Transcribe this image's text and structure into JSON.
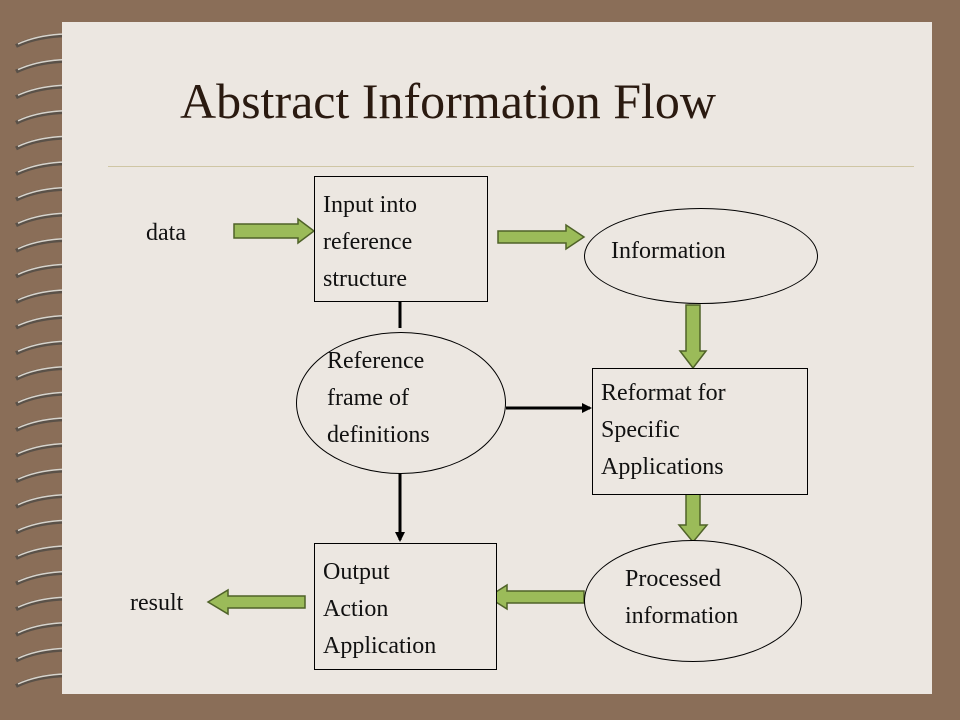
{
  "title": "Abstract Information Flow",
  "nodes": {
    "input": "Input into\nreference\nstructure",
    "information": "Information",
    "reference": "Reference\nframe  of\ndefinitions",
    "reformat": "Reformat for\nSpecific\nApplications",
    "processed": "Processed\ninformation",
    "output": "Output\nAction\nApplication"
  },
  "labels": {
    "data": "data",
    "result": "result"
  },
  "colors": {
    "arrow_fill": "#9bbb59",
    "arrow_stroke": "#4f6228",
    "slide_bg": "#ece7e1",
    "frame_bg": "#8a6e58"
  }
}
